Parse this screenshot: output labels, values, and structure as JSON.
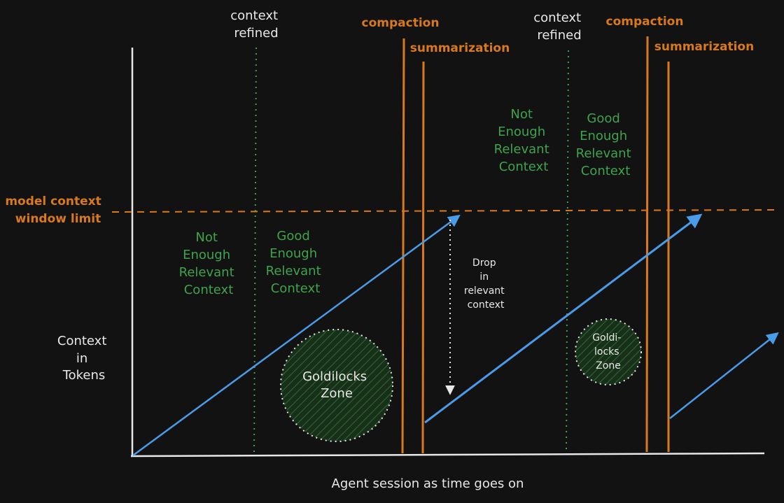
{
  "axes": {
    "y_label": [
      "Context",
      "in",
      "Tokens"
    ],
    "x_label": "Agent session as time goes on"
  },
  "limit": {
    "label": [
      "model context",
      "window limit"
    ]
  },
  "markers": {
    "context_refined_1": [
      "context",
      "refined"
    ],
    "compaction_1": "compaction",
    "summarization_1": "summarization",
    "context_refined_2": [
      "context",
      "refined"
    ],
    "compaction_2": "compaction",
    "summarization_2": "summarization"
  },
  "zones": {
    "not_enough_1": [
      "Not",
      "Enough",
      "Relevant",
      "Context"
    ],
    "good_enough_1": [
      "Good",
      "Enough",
      "Relevant",
      "Context"
    ],
    "not_enough_2": [
      "Not",
      "Enough",
      "Relevant",
      "Context"
    ],
    "good_enough_2": [
      "Good",
      "Enough",
      "Relevant",
      "Context"
    ],
    "goldilocks_1": [
      "Goldilocks",
      "Zone"
    ],
    "goldilocks_2": [
      "Goldi-",
      "locks",
      "Zone"
    ]
  },
  "annotation": {
    "drop": [
      "Drop",
      "in",
      "relevant",
      "context"
    ]
  },
  "colors": {
    "background": "#121212",
    "axis": "#e8e8e8",
    "trend": "#4a9be8",
    "compaction": "#d9791e",
    "refined": "#3fa34d",
    "text_green": "#3fa34d",
    "goldilocks_fill": "#1e3a22"
  }
}
